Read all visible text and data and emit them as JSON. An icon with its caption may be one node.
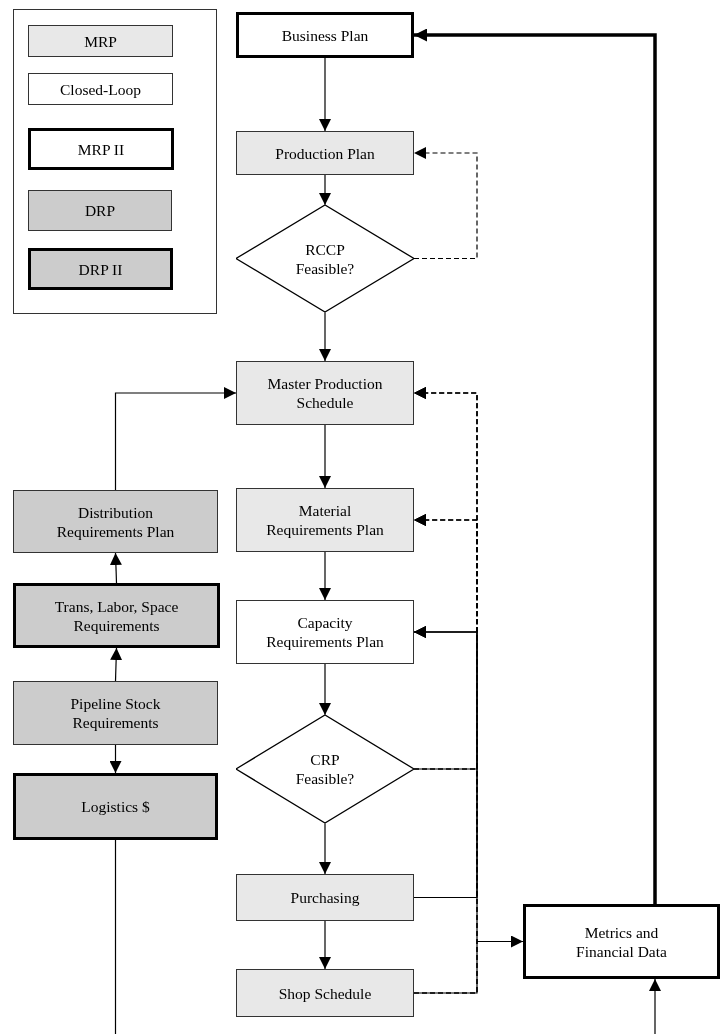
{
  "diagram": {
    "nodes": [
      {
        "text": [],
        "shape": "box"
      },
      {
        "text": [
          "MRP"
        ],
        "in": 0
      },
      {
        "text": [
          "Closed-Loop"
        ],
        "in": 0
      },
      {
        "text": [
          "MRP II"
        ],
        "in": 0
      },
      {
        "text": [
          "DRP"
        ],
        "in": 0
      },
      {
        "text": [
          "DRP II"
        ],
        "in": 0
      },
      {
        "text": [
          "Business Plan"
        ]
      },
      {
        "text": [
          "Production Plan"
        ]
      },
      {
        "text": [
          "RCCP Feasible?"
        ]
      },
      {
        "text": [
          "Master Production Schedule"
        ]
      },
      {
        "text": [
          "Material Requirements Plan"
        ]
      },
      {
        "text": [
          "Capacity Requirements Plan"
        ]
      },
      {
        "text": [
          "CRP Feasible?"
        ]
      },
      {
        "text": [
          "Purchasing"
        ]
      },
      {
        "text": [
          "Shop Schedule"
        ]
      },
      {
        "text": [
          "Distribution Requirements Plan"
        ]
      },
      {
        "text": [
          "Trans, Labor, Space Requirements"
        ]
      },
      {
        "text": [
          "Pipeline Stock Requirements"
        ]
      },
      {
        "text": [
          "Logistics $"
        ]
      },
      {
        "text": [
          "Metrics and Financial Data"
        ]
      }
    ],
    "edges": [
      {
        "from": 6,
        "to": 7,
        "arrow": "to"
      },
      {
        "from": 7,
        "to": 8,
        "arrow": "to"
      },
      {
        "from": 8,
        "to": 9,
        "arrow": "to"
      },
      {
        "from": 8,
        "to": 7,
        "arrow": "to",
        "style": "dashed"
      },
      {
        "from": 9,
        "to": 10,
        "arrow": "to"
      },
      {
        "from": 10,
        "to": 11,
        "arrow": "to"
      },
      {
        "from": 11,
        "to": 12,
        "arrow": "to"
      },
      {
        "from": 12,
        "to": 13,
        "arrow": "to"
      },
      {
        "from": 13,
        "to": 14,
        "arrow": "to"
      },
      {
        "from": 12,
        "to": 9,
        "arrow": "to",
        "style": "dashed"
      },
      {
        "from": 12,
        "to": 10,
        "arrow": "to",
        "style": "dashed"
      },
      {
        "from": 12,
        "to": 11,
        "arrow": "to"
      },
      {
        "from": 13,
        "to": 9,
        "arrow": "to",
        "style": "dashed"
      },
      {
        "from": 13,
        "to": 10,
        "arrow": "to",
        "style": "dashed"
      },
      {
        "from": 13,
        "to": 11,
        "arrow": "to"
      },
      {
        "from": 14,
        "to": 9,
        "arrow": "to",
        "style": "dashed"
      },
      {
        "from": 14,
        "to": 10,
        "arrow": "to",
        "style": "dashed"
      },
      {
        "from": 14,
        "to": 11,
        "arrow": "to"
      },
      {
        "from": null,
        "to": 19,
        "arrow": "to"
      },
      {
        "from": 15,
        "to": 9,
        "arrow": "to"
      },
      {
        "from": 16,
        "to": 15,
        "arrow": "to"
      },
      {
        "from": 17,
        "to": 16,
        "arrow": "to"
      },
      {
        "from": 17,
        "to": 18,
        "arrow": "to"
      },
      {
        "from": 18,
        "to": 19,
        "arrow": "to"
      },
      {
        "from": 19,
        "to": 6,
        "arrow": "to",
        "style": "thick"
      }
    ]
  }
}
